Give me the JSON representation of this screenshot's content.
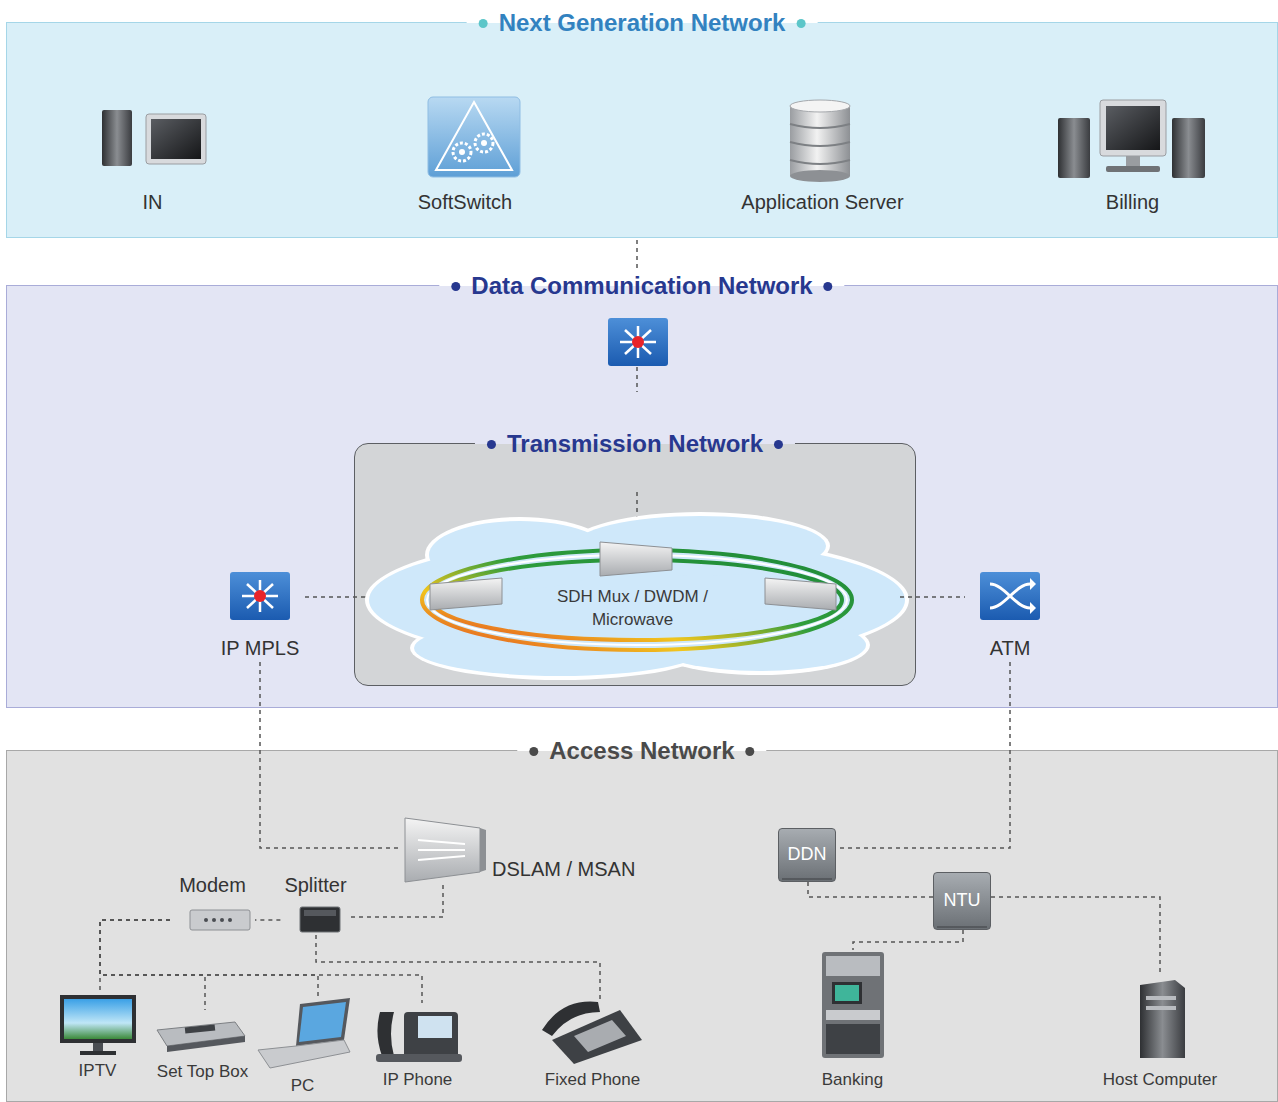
{
  "diagram": {
    "nodes": [
      {
        "text": [
          "Next Generation Network"
        ]
      },
      {
        "text": [
          "IN"
        ],
        "in": 0
      },
      {
        "text": [
          "SoftSwitch"
        ],
        "in": 0
      },
      {
        "text": [
          "Application Server"
        ],
        "in": 0
      },
      {
        "text": [
          "Billing"
        ],
        "in": 0
      },
      {
        "text": [
          "Data Communication Network"
        ]
      },
      {
        "text": [
          "Transmission Network"
        ],
        "in": 5
      },
      {
        "text": [
          "SDH Mux / DWDM / Microwave"
        ],
        "in": 6
      },
      {
        "text": [
          "IP MPLS"
        ],
        "in": 5
      },
      {
        "text": [
          "ATM"
        ],
        "in": 5
      },
      {
        "text": [
          "Access Network"
        ]
      },
      {
        "text": [
          "DSLAM / MSAN"
        ],
        "in": 10
      },
      {
        "text": [
          "Modem"
        ],
        "in": 10
      },
      {
        "text": [
          "Splitter"
        ],
        "in": 10
      },
      {
        "text": [
          "DDN"
        ],
        "in": 10
      },
      {
        "text": [
          "NTU"
        ],
        "in": 10
      },
      {
        "text": [
          "IPTV"
        ],
        "in": 10
      },
      {
        "text": [
          "Set Top Box"
        ],
        "in": 10
      },
      {
        "text": [
          "PC"
        ],
        "in": 10
      },
      {
        "text": [
          "IP Phone"
        ],
        "in": 10
      },
      {
        "text": [
          "Fixed Phone"
        ],
        "in": 10
      },
      {
        "text": [
          "Banking"
        ],
        "in": 10
      },
      {
        "text": [
          "Host Computer"
        ],
        "in": 10
      }
    ],
    "edges": [
      {
        "from": 8,
        "to": 7,
        "arrow": "none"
      },
      {
        "from": 7,
        "to": 9,
        "arrow": "none"
      },
      {
        "from": 8,
        "to": 11,
        "arrow": "none"
      },
      {
        "from": 9,
        "to": 14,
        "arrow": "none"
      },
      {
        "from": 11,
        "to": 13,
        "arrow": "none"
      },
      {
        "from": 13,
        "to": 12,
        "arrow": "none"
      },
      {
        "from": 12,
        "to": 16,
        "arrow": "none"
      },
      {
        "from": 12,
        "to": 17,
        "arrow": "none"
      },
      {
        "from": 12,
        "to": 18,
        "arrow": "none"
      },
      {
        "from": 12,
        "to": 19,
        "arrow": "none"
      },
      {
        "from": 13,
        "to": 20,
        "arrow": "none"
      },
      {
        "from": 14,
        "to": 15,
        "arrow": "none"
      },
      {
        "from": 15,
        "to": 21,
        "arrow": "none"
      },
      {
        "from": 15,
        "to": 22,
        "arrow": "none"
      }
    ]
  }
}
